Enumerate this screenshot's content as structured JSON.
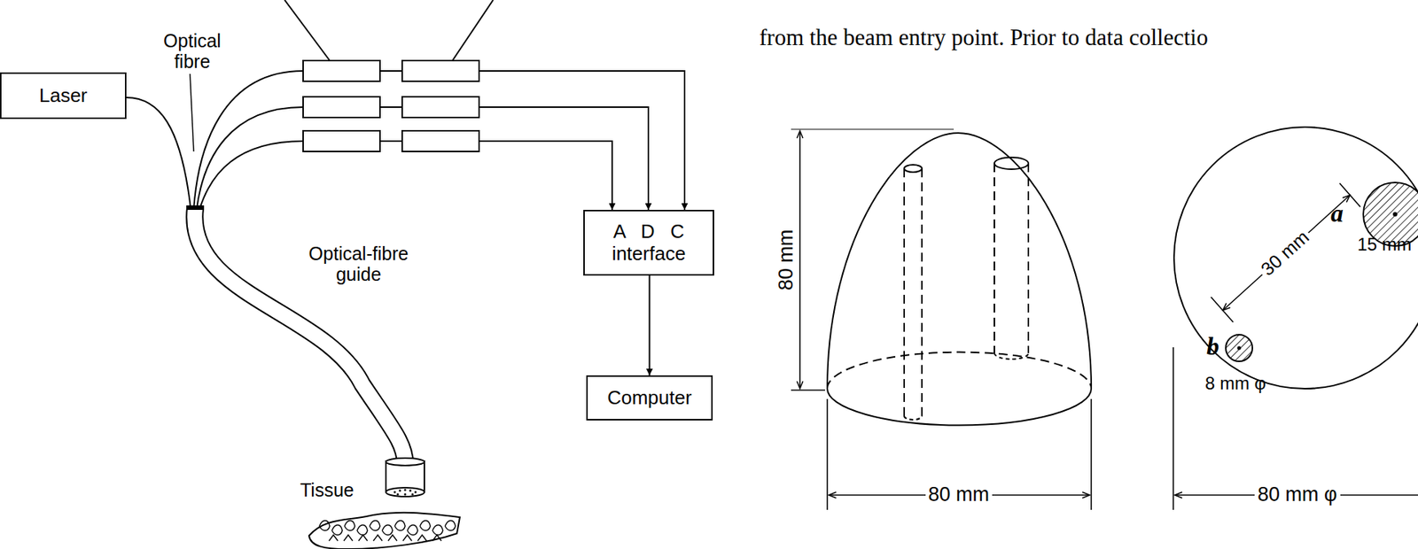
{
  "diagram": {
    "nodes": [
      {
        "text": [
          "Laser"
        ]
      },
      {
        "text": [
          "A D C",
          "interface"
        ]
      },
      {
        "text": [
          "Computer"
        ]
      }
    ],
    "edges": [
      {
        "from": 1,
        "to": 2,
        "arrow": "to"
      }
    ],
    "labels": [
      "Optical fibre",
      "Optical-fibre guide",
      "Tissue",
      "80 mm",
      "80 mm",
      "30 mm",
      "a",
      "15 mm",
      "b",
      "8 mm φ",
      "80 mm φ",
      "from the beam entry point. Prior to data collectio"
    ]
  }
}
